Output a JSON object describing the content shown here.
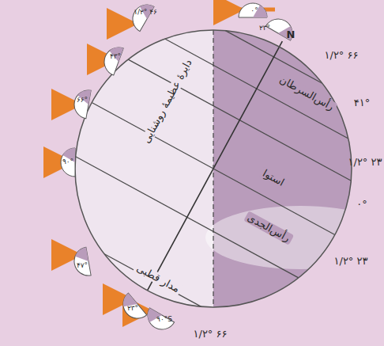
{
  "diagram": {
    "labels": [
      "N",
      "دایرهٔ عظیمهٔ روشنایی",
      "رأس‌السرطان",
      "استوا",
      "رأس‌الجدی",
      "مدار قطبی",
      "۶۶ ۱/۲°",
      "۴۱°",
      "۲۳ ۱/۲°",
      "۰°",
      "۲۳ ۱/۲°",
      "۶۶ ۱/۲°",
      "۰°",
      "۲۳°",
      "۴۶ ۱/۲°",
      "۴۳°",
      "۶۶°",
      "۹۰°",
      "۴۷°",
      "۲۳°",
      "۹۰°S"
    ]
  }
}
